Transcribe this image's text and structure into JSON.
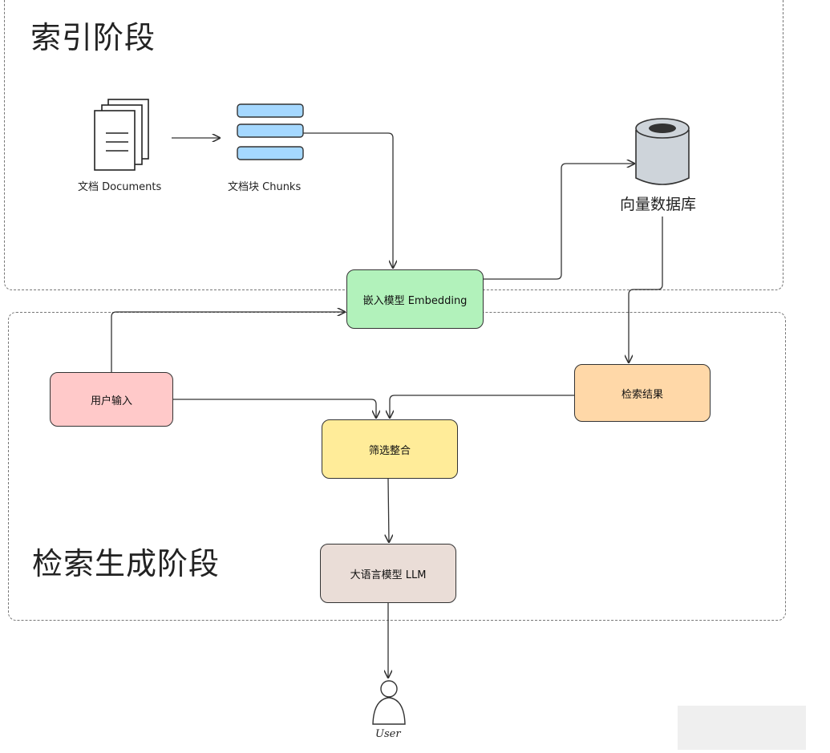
{
  "stages": {
    "indexing_title": "索引阶段",
    "generation_title": "检索生成阶段"
  },
  "nodes": {
    "documents": "文档 Documents",
    "chunks": "文档块 Chunks",
    "vector_db": "向量数据库",
    "embedding": "嵌入模型 Embedding",
    "user_input": "用户输入",
    "retrieval_results": "检索结果",
    "filter_merge": "筛选整合",
    "llm": "大语言模型 LLM",
    "user": "User"
  },
  "colors": {
    "embedding": "#b2f2bb",
    "user_input": "#ffc9c9",
    "retrieval_results": "#ffd8a8",
    "filter_merge": "#ffec99",
    "llm": "#eaddd7",
    "chunks": "#a5d8ff",
    "vector_db": "#ced4da"
  }
}
